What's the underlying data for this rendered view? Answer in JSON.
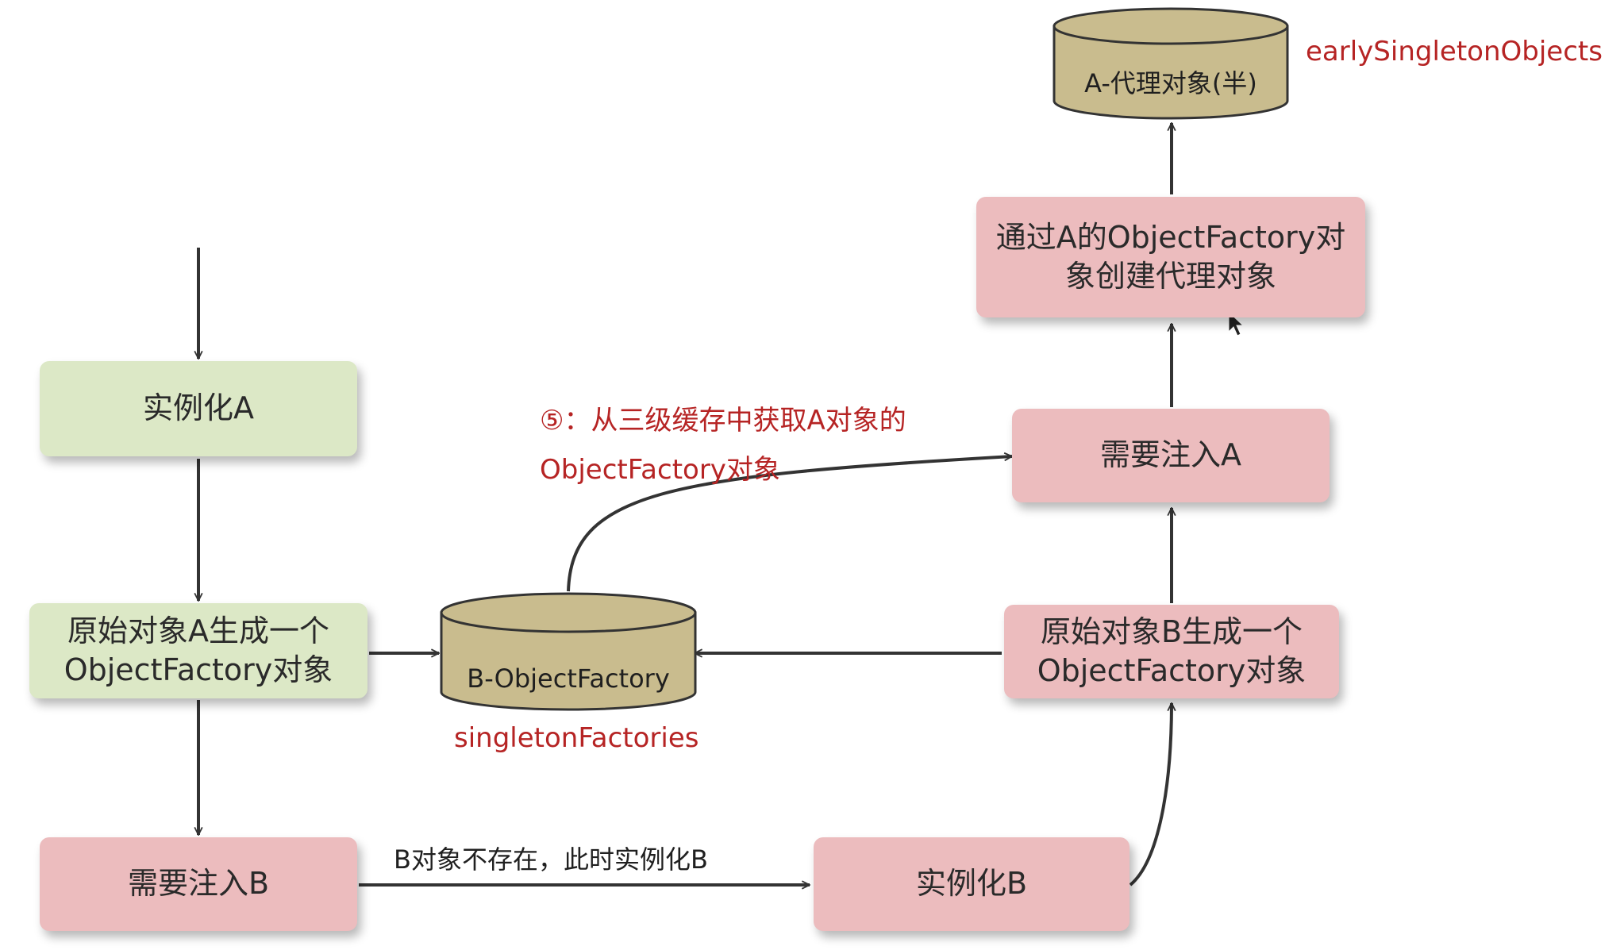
{
  "nodes": {
    "instantiate_a": "实例化A",
    "a_factory_line1": "原始对象A生成一个",
    "a_factory_line2": "ObjectFactory对象",
    "inject_b": "需要注入B",
    "instantiate_b": "实例化B",
    "b_factory_line1": "原始对象B生成一个",
    "b_factory_line2": "ObjectFactory对象",
    "inject_a": "需要注入A",
    "create_proxy_line1": "通过A的ObjectFactory对",
    "create_proxy_line2": "象创建代理对象"
  },
  "caches": {
    "b_object_factory": "B-ObjectFactory",
    "singleton_factories": "singletonFactories",
    "a_proxy": "A-代理对象(半)",
    "early_singleton_objects": "earlySingletonObjects"
  },
  "annotations": {
    "step5_line1": "⑤：从三级缓存中获取A对象的",
    "step5_line2": "ObjectFactory对象",
    "b_not_exist": "B对象不存在，此时实例化B"
  },
  "colors": {
    "green_box": "#dce8c6",
    "pink_box": "#ecbcbe",
    "cylinder": "#c9bc8e",
    "annotation_red": "#b62424"
  }
}
